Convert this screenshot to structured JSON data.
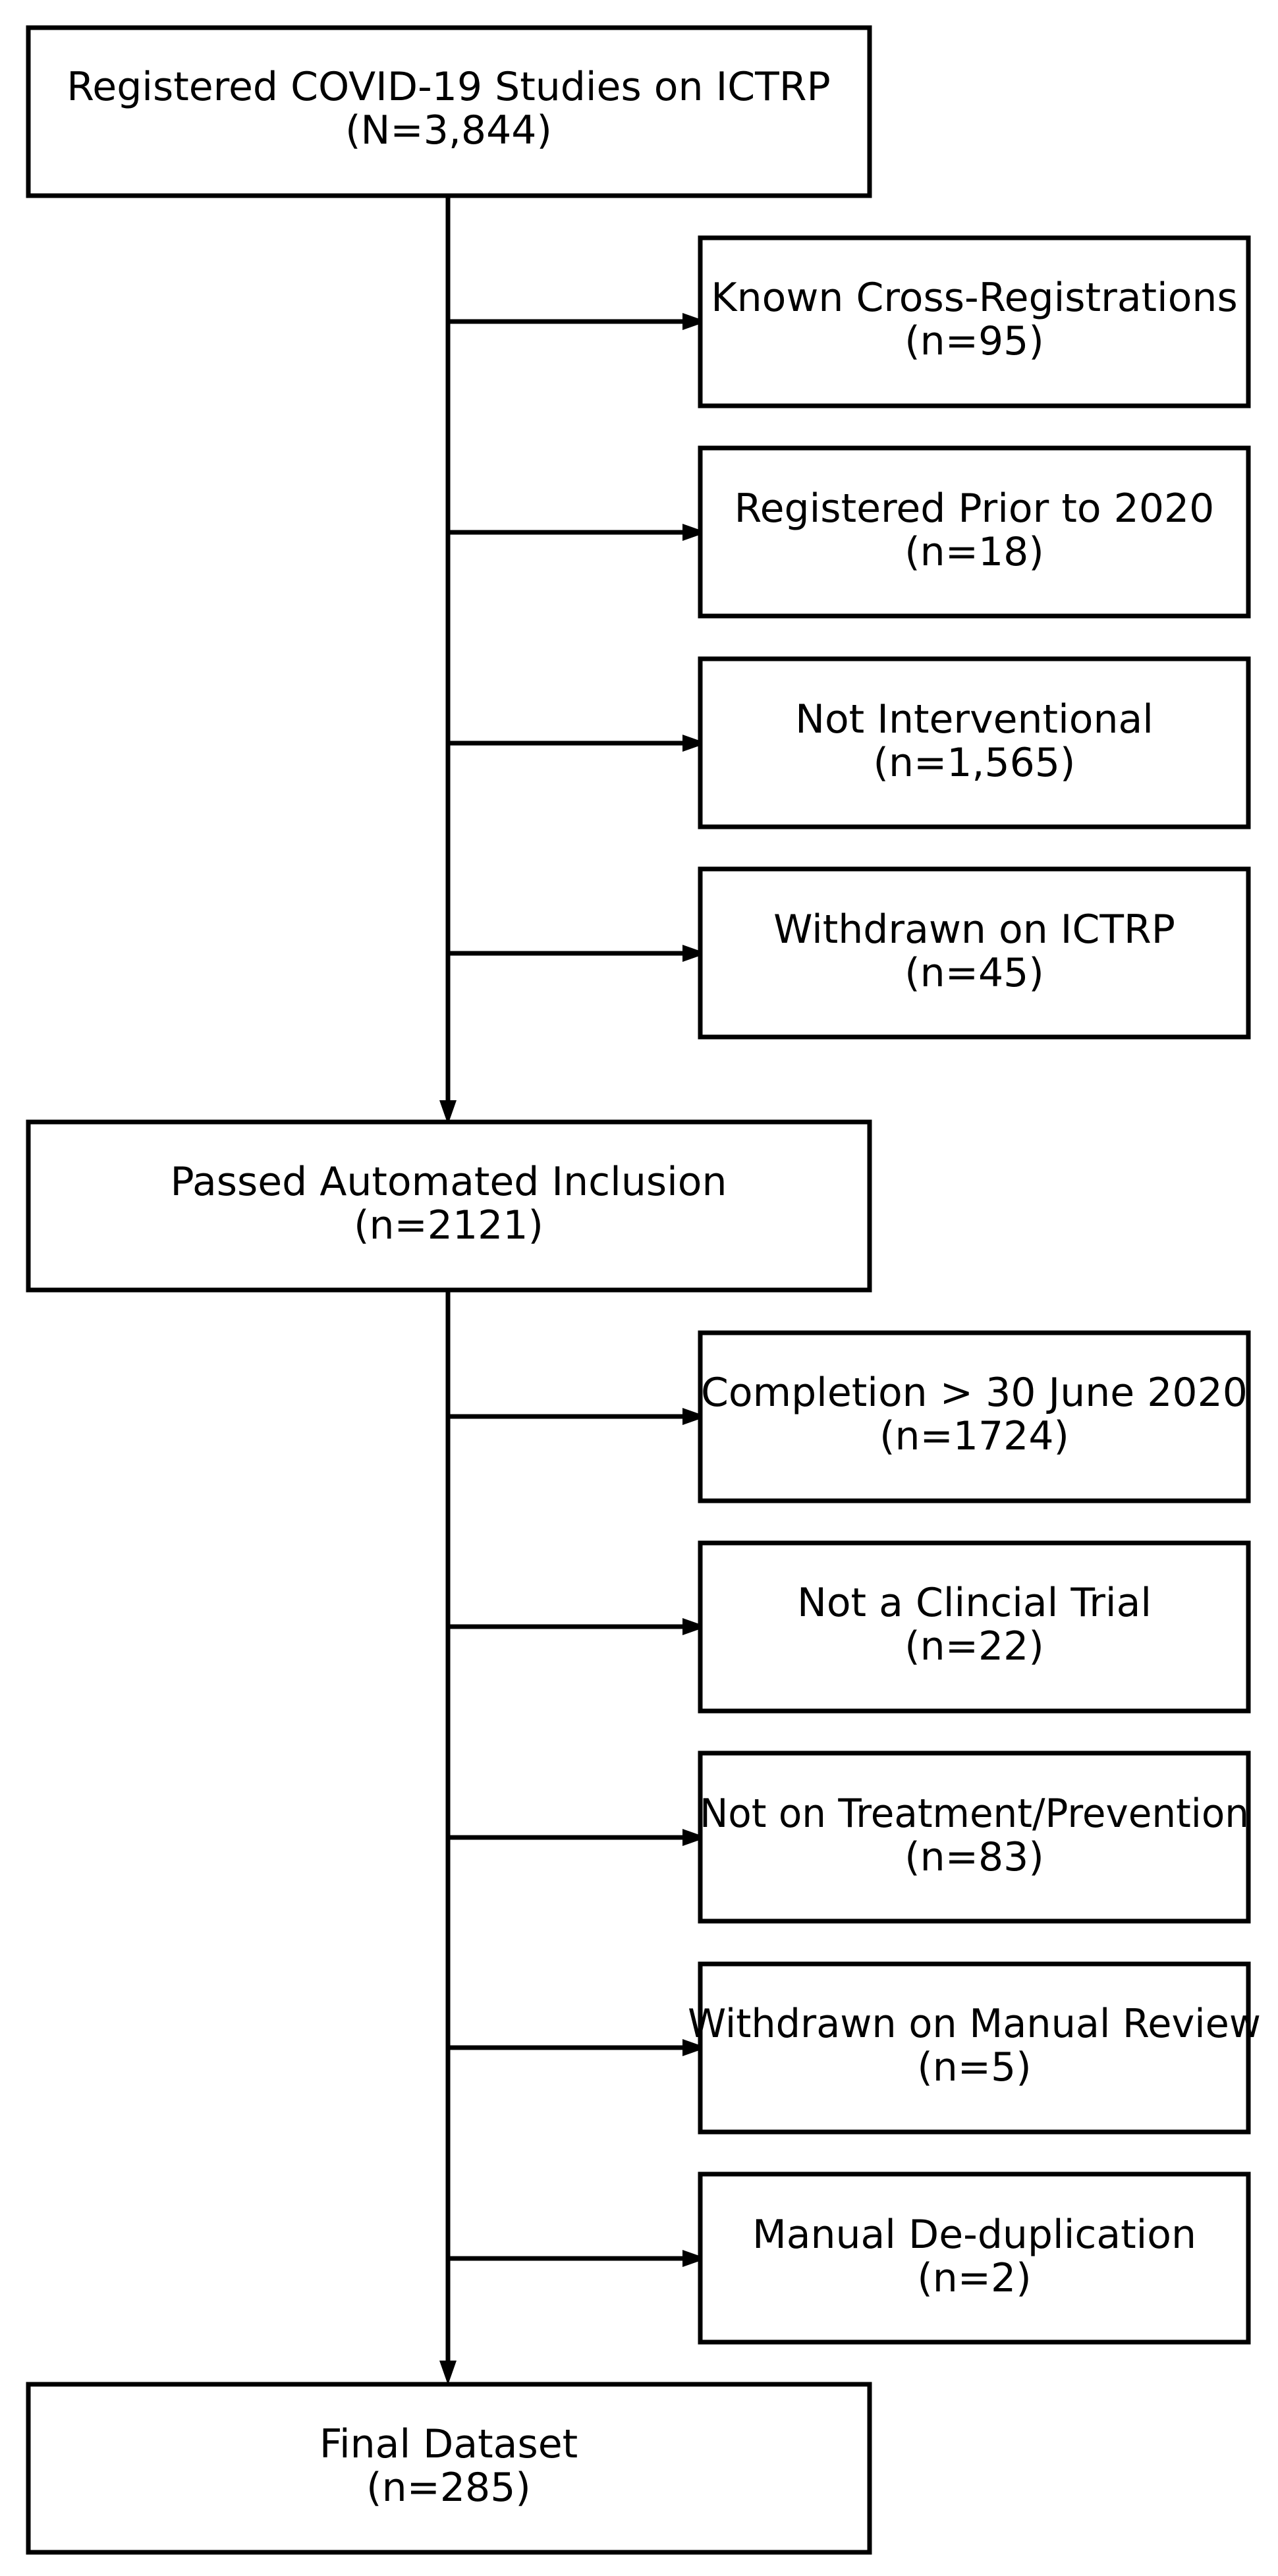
{
  "colors": {
    "stroke": "#000000",
    "background": "#ffffff"
  },
  "main_boxes": [
    {
      "id": "start",
      "title": "Registered COVID-19 Studies on ICTRP",
      "count": "(N=3,844)"
    },
    {
      "id": "mid",
      "title": "Passed Automated Inclusion",
      "count": "(n=2121)"
    },
    {
      "id": "end",
      "title": "Final Dataset",
      "count": "(n=285)"
    }
  ],
  "exclusions_stage1": [
    {
      "title": "Known Cross-Registrations",
      "count": "(n=95)"
    },
    {
      "title": "Registered Prior to 2020",
      "count": "(n=18)"
    },
    {
      "title": "Not Interventional",
      "count": "(n=1,565)"
    },
    {
      "title": "Withdrawn on ICTRP",
      "count": "(n=45)"
    }
  ],
  "exclusions_stage2": [
    {
      "title": "Completion > 30 June 2020",
      "count": "(n=1724)"
    },
    {
      "title": "Not a Clincial Trial",
      "count": "(n=22)"
    },
    {
      "title": "Not on Treatment/Prevention",
      "count": "(n=83)"
    },
    {
      "title": "Withdrawn on Manual Review",
      "count": "(n=5)"
    },
    {
      "title": "Manual De-duplication",
      "count": "(n=2)"
    }
  ]
}
